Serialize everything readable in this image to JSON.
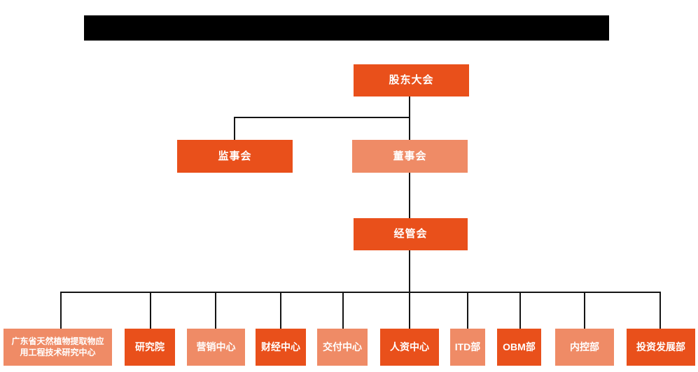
{
  "colors": {
    "primary_orange": "#E9501B",
    "secondary_salmon": "#EF8B66",
    "connector_line": "#141414",
    "redacted_bar": "#000000",
    "node_text": "#ffffff",
    "background": "#ffffff"
  },
  "org_chart": {
    "nodes": {
      "shareholders": {
        "label": "股东大会",
        "variant": "primary"
      },
      "supervisory": {
        "label": "监事会",
        "variant": "primary"
      },
      "directors": {
        "label": "董事会",
        "variant": "secondary"
      },
      "management": {
        "label": "经管会",
        "variant": "primary"
      },
      "gd_center": {
        "label": "广东省天然植物提取物应\n用工程技术研究中心",
        "variant": "secondary"
      },
      "research": {
        "label": "研究院",
        "variant": "primary"
      },
      "marketing": {
        "label": "营销中心",
        "variant": "secondary"
      },
      "finance": {
        "label": "财经中心",
        "variant": "primary"
      },
      "delivery": {
        "label": "交付中心",
        "variant": "secondary"
      },
      "hr": {
        "label": "人资中心",
        "variant": "primary"
      },
      "itd": {
        "label": "ITD部",
        "variant": "secondary"
      },
      "obm": {
        "label": "OBM部",
        "variant": "primary"
      },
      "internal_control": {
        "label": "内控部",
        "variant": "secondary"
      },
      "investment": {
        "label": "投资发展部",
        "variant": "primary"
      }
    }
  }
}
